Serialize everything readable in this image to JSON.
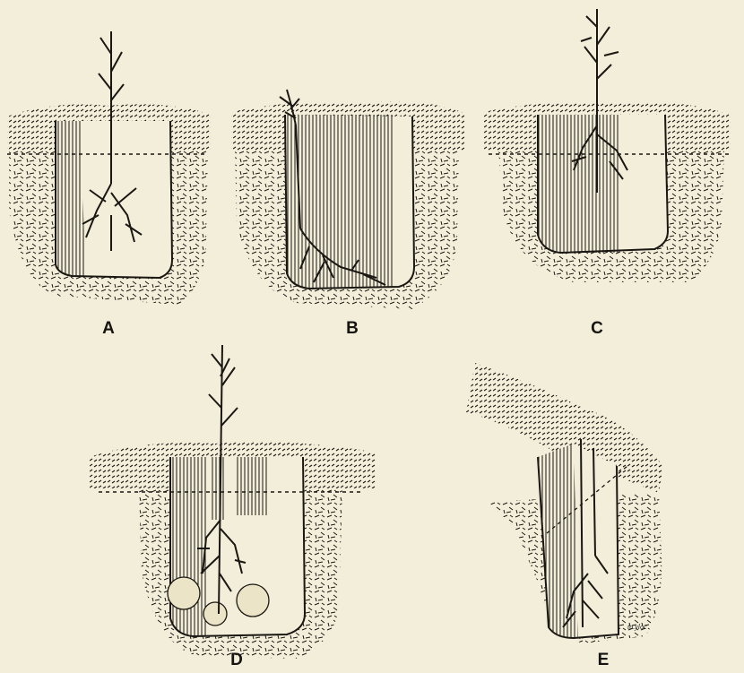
{
  "figure": {
    "panels": [
      {
        "id": "a",
        "label": "A"
      },
      {
        "id": "b",
        "label": "B"
      },
      {
        "id": "c",
        "label": "C"
      },
      {
        "id": "d",
        "label": "D"
      },
      {
        "id": "e",
        "label": "E"
      }
    ],
    "signature": "ta.yloc",
    "ink_color": "#1a1712",
    "paper_color": "#f3eeda"
  }
}
